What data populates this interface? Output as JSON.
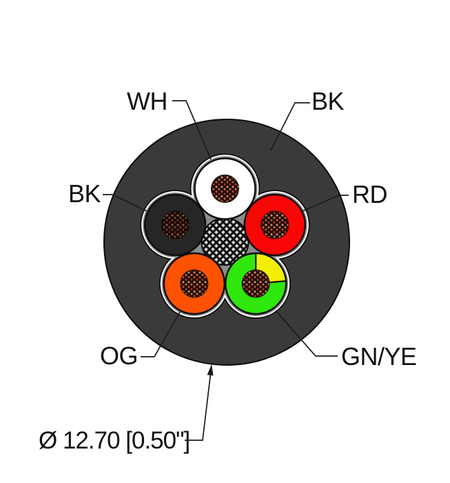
{
  "cable": {
    "jacket": {
      "label": "BK",
      "color": "#3a3a3a"
    },
    "filler_color": "#8c8c8c",
    "tape_color": "#ffffff",
    "shield": {
      "type": "braid"
    },
    "conductors": [
      {
        "id": "white",
        "label": "WH",
        "color": "#ffffff"
      },
      {
        "id": "black",
        "label": "BK",
        "color": "#262626"
      },
      {
        "id": "red",
        "label": "RD",
        "color": "#f90606"
      },
      {
        "id": "orange",
        "label": "OG",
        "color": "#fc5202"
      },
      {
        "id": "green_yellow",
        "label": "GN/YE",
        "color": "#2fe70c",
        "stripe_color": "#f2ee04"
      }
    ],
    "strand_color": "#c05a3c",
    "dimension_label": "Ø 12.70 [0.50\"]"
  }
}
